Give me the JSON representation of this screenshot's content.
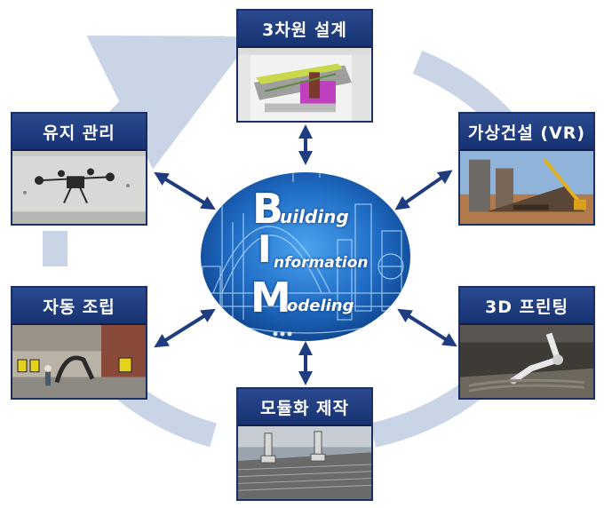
{
  "center": {
    "letters": [
      "B",
      "I",
      "M"
    ],
    "words": [
      "uilding",
      "nformation",
      "odeling"
    ]
  },
  "cards": {
    "top": {
      "label": "3차원 설계"
    },
    "top_right": {
      "label": "가상건설 (VR)"
    },
    "right": {
      "label": "3D 프린팅"
    },
    "bottom": {
      "label": "모듈화 제작"
    },
    "left": {
      "label": "자동 조립"
    },
    "top_left": {
      "label": "유지 관리"
    }
  },
  "colors": {
    "card_header": "#1f3c80",
    "arrow": "#1f3c80",
    "cycle_ring": "#c9d4e6",
    "center_bg": "#1f6bc4"
  }
}
